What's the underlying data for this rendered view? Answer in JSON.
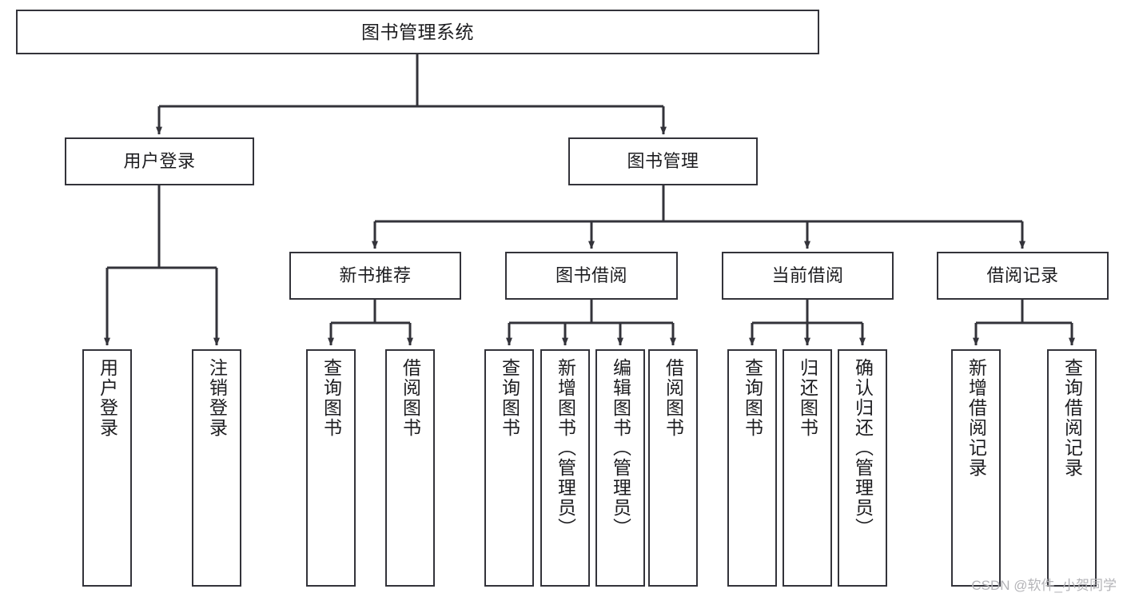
{
  "diagram": {
    "title": "图书管理系统",
    "type": "tree-hierarchy",
    "style": {
      "box_stroke": "#33333a",
      "box_fill": "#ffffff",
      "edge_stroke": "#33333a",
      "text_color": "#1d1d20",
      "background": "#ffffff"
    },
    "root": {
      "id": "root",
      "label": "图书管理系统"
    },
    "level2": [
      {
        "id": "user-login",
        "label": "用户登录"
      },
      {
        "id": "book-manage",
        "label": "图书管理"
      }
    ],
    "level3": [
      {
        "id": "new-book-rec",
        "label": "新书推荐"
      },
      {
        "id": "book-borrow",
        "label": "图书借阅"
      },
      {
        "id": "current-borrow",
        "label": "当前借阅"
      },
      {
        "id": "borrow-record",
        "label": "借阅记录"
      }
    ],
    "leaves": {
      "user_login": [
        {
          "id": "leaf-user-login",
          "label": "用户登录"
        },
        {
          "id": "leaf-user-logout",
          "label": "注销登录"
        }
      ],
      "new_book_rec": [
        {
          "id": "leaf-query-book-1",
          "label": "查询图书"
        },
        {
          "id": "leaf-borrow-book-1",
          "label": "借阅图书"
        }
      ],
      "book_borrow": [
        {
          "id": "leaf-query-book-2",
          "label": "查询图书"
        },
        {
          "id": "leaf-add-book",
          "label": "新增图书（管理员）"
        },
        {
          "id": "leaf-edit-book",
          "label": "编辑图书（管理员）"
        },
        {
          "id": "leaf-borrow-book-2",
          "label": "借阅图书"
        }
      ],
      "current_borrow": [
        {
          "id": "leaf-query-book-3",
          "label": "查询图书"
        },
        {
          "id": "leaf-return-book",
          "label": "归还图书"
        },
        {
          "id": "leaf-confirm-return",
          "label": "确认归还（管理员）"
        }
      ],
      "borrow_record": [
        {
          "id": "leaf-add-record",
          "label": "新增借阅记录"
        },
        {
          "id": "leaf-query-record",
          "label": "查询借阅记录"
        }
      ]
    }
  },
  "watermark": {
    "text": "CSDN @软件_小贺同学"
  }
}
